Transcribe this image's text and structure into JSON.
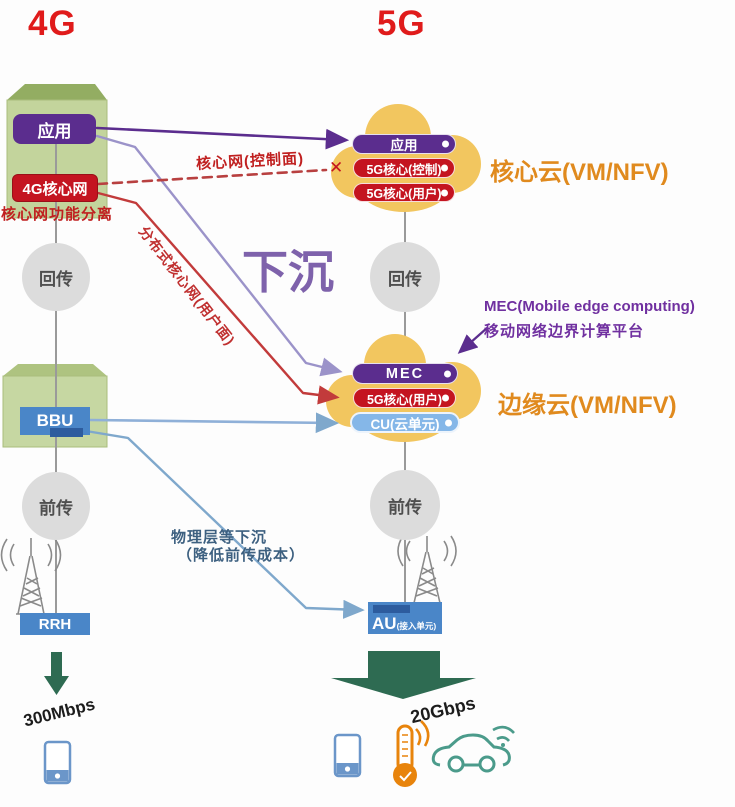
{
  "titles": {
    "left": "4G",
    "right": "5G"
  },
  "left": {
    "app": "应用",
    "core": "4G核心网",
    "core_note": "核心网功能分离",
    "backhaul": "回传",
    "bbu": "BBU",
    "fronthaul": "前传",
    "rrh": "RRH",
    "speed": "300Mbps"
  },
  "right": {
    "core_cloud": {
      "app": "应用",
      "core_ctrl": "5G核心(控制)",
      "core_user": "5G核心(用户)",
      "caption": "核心云(VM/NFV)"
    },
    "backhaul": "回传",
    "mec_note1": "MEC(Mobile edge computing)",
    "mec_note2": "移动网络边界计算平台",
    "edge_cloud": {
      "mec": "MEC",
      "core_user": "5G核心(用户)",
      "cu": "CU(云单元)",
      "caption": "边缘云(VM/NFV)"
    },
    "fronthaul": "前传",
    "au": "AU",
    "au_sub": "(接入单元)",
    "speed": "20Gbps"
  },
  "annotations": {
    "control_plane": "核心网(控制面)",
    "distributed_core": "分布式核心网(用户面)",
    "sink": "下沉",
    "cut_mark": "✕",
    "phy1": "物理层等下沉",
    "phy2": "（降低前传成本）"
  },
  "icons": {
    "left_tower": "cell-tower-icon",
    "right_tower": "cell-tower-icon",
    "left_phone": "smartphone-icon",
    "right_phone": "smartphone-icon",
    "thermometer": "iot-thermometer-icon",
    "car": "connected-car-icon"
  },
  "colors": {
    "accent_red": "#e01b1b",
    "pill_red": "#c41420",
    "purple": "#5b2d8e",
    "light_purple_line": "#9b93c9",
    "cloud_yellow": "#f2c65f",
    "label_blue": "#4a86c8",
    "cu_blue": "#85b7e8",
    "caption_orange": "#e08a1e",
    "mec_purple": "#7030a0",
    "sink_purple": "#7e62ab",
    "slate": "#3d6080",
    "arrow_green": "#2e6b52",
    "box_green": "#c3d49c"
  }
}
